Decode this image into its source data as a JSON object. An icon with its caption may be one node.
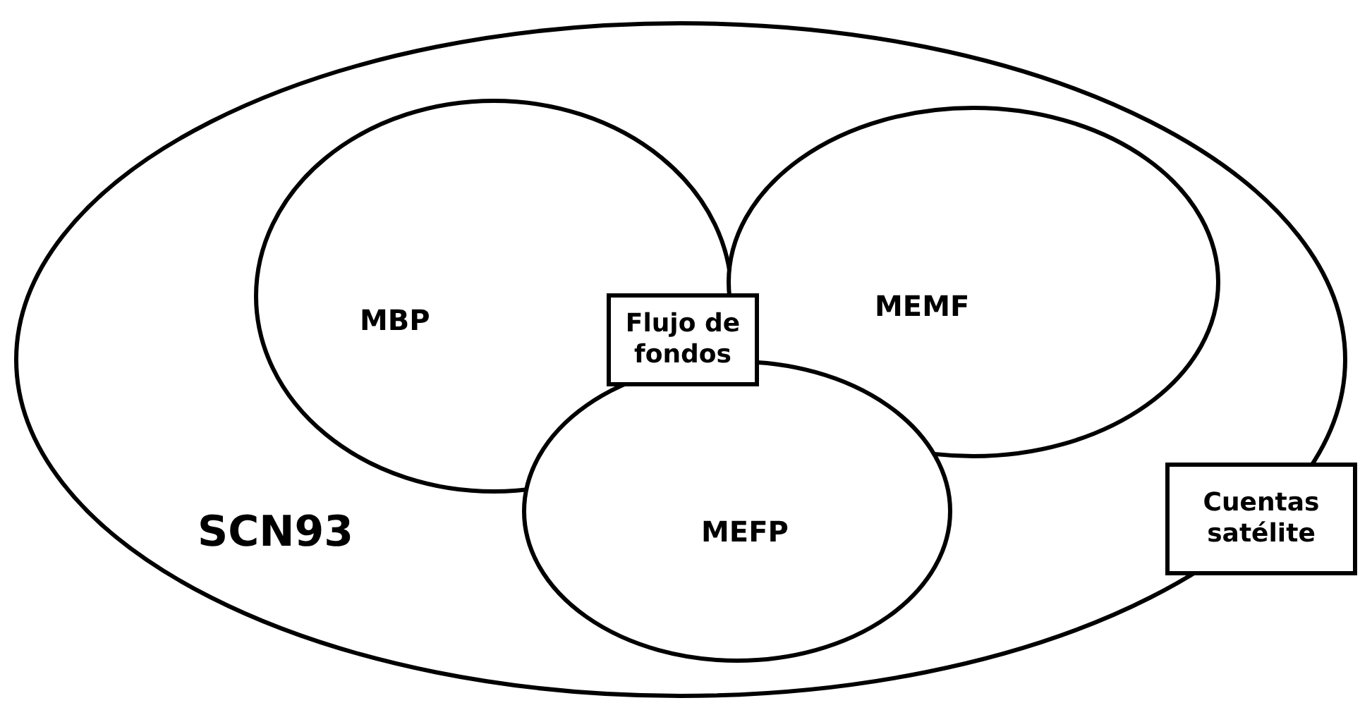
{
  "diagram": {
    "nodes": [
      {
        "text": [
          "SCN93"
        ]
      },
      {
        "text": [
          "MBP"
        ],
        "in": 0
      },
      {
        "text": [
          "MEMF"
        ],
        "in": 0
      },
      {
        "text": [
          "MEFP"
        ],
        "in": 0
      },
      {
        "text": [
          "Flujo de fondos"
        ],
        "in": 0
      },
      {
        "text": [
          "Cuentas satélite"
        ]
      }
    ]
  }
}
